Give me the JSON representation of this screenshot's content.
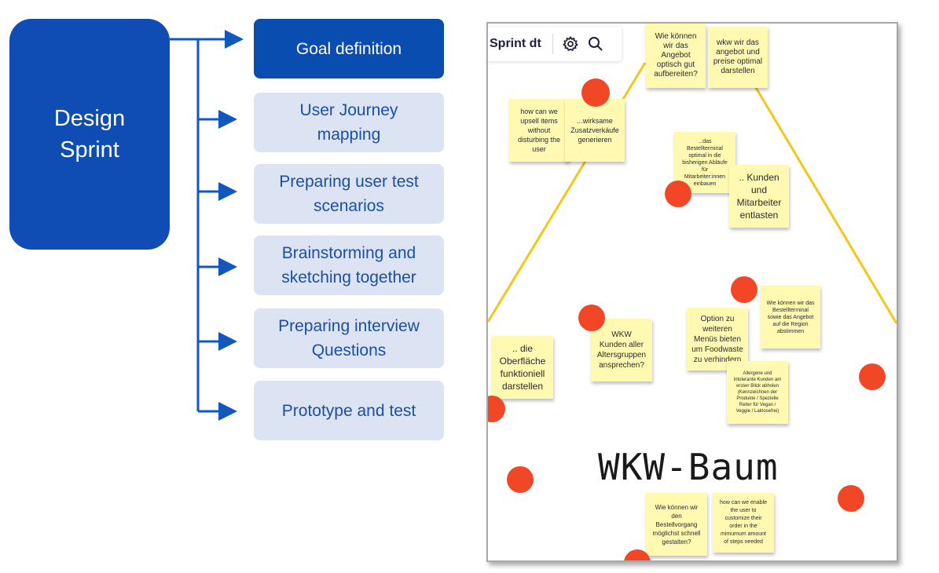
{
  "root": {
    "label": "Design\nSprint"
  },
  "steps": [
    {
      "label": "Goal definition",
      "active": true
    },
    {
      "label": "User Journey\nmapping",
      "active": false
    },
    {
      "label": "Preparing user test\nscenarios",
      "active": false
    },
    {
      "label": "Brainstorming and\nsketching together",
      "active": false
    },
    {
      "label": "Preparing interview\nQuestions",
      "active": false
    },
    {
      "label": "Prototype and test",
      "active": false
    }
  ],
  "board": {
    "toolbar_title": "Sprint dt",
    "toolbar_icons": [
      "gear-icon",
      "search-icon"
    ],
    "heading": "WKW-Baum",
    "colors": {
      "sticky": "#fff9b1",
      "dot": "#f24726",
      "branch": "#f5c518",
      "primary": "#0f4db4",
      "step_bg": "#dce3f2"
    },
    "notes": [
      "Wie können\nwir das\nAngebot\noptisch gut\naufbereiten?",
      "wkw wir das\nangebot und\npreise optimal\ndarstellen",
      "how can we\nupsell items\nwithout\ndisturbing the\nuser",
      "...wirksame\nZusatzverkäufe\ngenerieren",
      "...das\nBestellterminal\noptimal in die\nbisherigen Abläufe\nfür\nMitarbeiter:innen\neinbauen",
      ".. Kunden\nund\nMitarbeiter\nentlasten",
      "Wie können wir das\nBestellterminal\nsowie das Angebot\nauf die Region\nabstimmen",
      "Option zu\nweiteren\nMenüs bieten\num Foodwaste\nzu verhindern",
      "WKW\nKunden aller\nAltersgruppen\nansprechen?",
      ".. die\nOberfläche\nfunktioniell\ndarstellen",
      "Allergene und\nintolerante Kunden am\nersten Blick abholen\n(Kennzeichnen der\nProdukte / Spezielle\nReiter für Vegan /\nVeggie / Laktosefrei)",
      "Wie können wir\nden\nBestellvorgang\nmöglichst schnell\ngestalten?",
      "how can we enable\nthe user to\ncustomize their\norder in the\nmimumum amount\nof steps needed"
    ]
  }
}
